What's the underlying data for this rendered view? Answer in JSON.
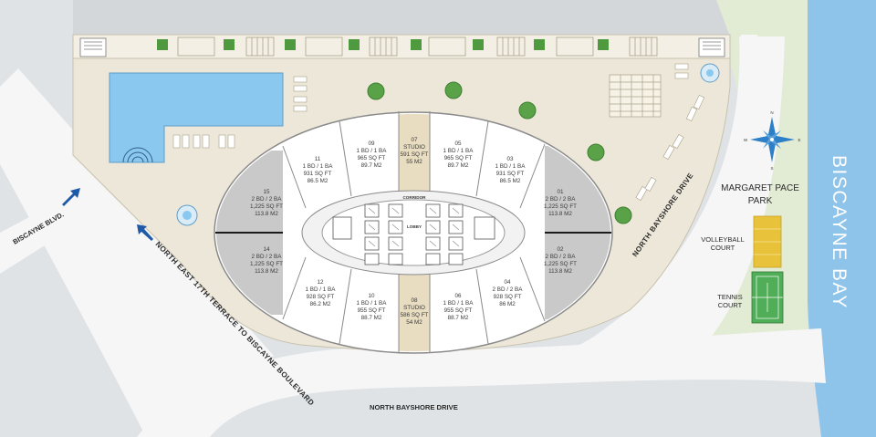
{
  "streets": {
    "biscayne_blvd": "BISCAYNE BLVD.",
    "ne17": "NORTH EAST 17TH TERRACE TO BISCAYNE BOULEVARD",
    "bayshore_east": "NORTH BAYSHORE DRIVE",
    "bayshore_south": "NORTH BAYSHORE DRIVE"
  },
  "bay": "BISCAYNE BAY",
  "park": {
    "line1": "MARGARET PACE",
    "line2": "PARK",
    "volleyball1": "VOLLEYBALL",
    "volleyball2": "COURT",
    "tennis1": "TENNIS",
    "tennis2": "COURT"
  },
  "compass": {
    "n": "N",
    "s": "S",
    "e": "E",
    "w": "W"
  },
  "core": {
    "corridor": "CORRIDOR",
    "lobby": "LOBBY"
  },
  "units": {
    "u15": {
      "num": "15",
      "type": "2 BD / 2 BA",
      "sqft": "1,225 SQ FT",
      "m2": "113.8 M2"
    },
    "u11": {
      "num": "11",
      "type": "1 BD / 1 BA",
      "sqft": "931 SQ FT",
      "m2": "86.5 M2"
    },
    "u09": {
      "num": "09",
      "type": "1 BD / 1 BA",
      "sqft": "965 SQ FT",
      "m2": "89.7 M2"
    },
    "u07": {
      "num": "07",
      "type": "STUDIO",
      "sqft": "591 SQ FT",
      "m2": "55 M2"
    },
    "u05": {
      "num": "05",
      "type": "1 BD / 1 BA",
      "sqft": "965 SQ FT",
      "m2": "89.7 M2"
    },
    "u03": {
      "num": "03",
      "type": "1 BD / 1 BA",
      "sqft": "931 SQ FT",
      "m2": "86.5 M2"
    },
    "u01": {
      "num": "01",
      "type": "2 BD / 2 BA",
      "sqft": "1,225 SQ FT",
      "m2": "113.8 M2"
    },
    "u14": {
      "num": "14",
      "type": "2 BD / 2 BA",
      "sqft": "1,225 SQ FT",
      "m2": "113.8 M2"
    },
    "u12": {
      "num": "12",
      "type": "1 BD / 1 BA",
      "sqft": "928 SQ FT",
      "m2": "86.2 M2"
    },
    "u10": {
      "num": "10",
      "type": "1 BD / 1 BA",
      "sqft": "955 SQ FT",
      "m2": "88.7 M2"
    },
    "u08": {
      "num": "08",
      "type": "STUDIO",
      "sqft": "586 SQ FT",
      "m2": "54 M2"
    },
    "u06": {
      "num": "06",
      "type": "1 BD / 1 BA",
      "sqft": "955 SQ FT",
      "m2": "88.7 M2"
    },
    "u04": {
      "num": "04",
      "type": "2 BD / 2 BA",
      "sqft": "928 SQ FT",
      "m2": "86 M2"
    },
    "u02": {
      "num": "02",
      "type": "2 BD / 2 BA",
      "sqft": "1,225 SQ FT",
      "m2": "113.8 M2"
    }
  },
  "colors": {
    "road": "#f6f6f6",
    "background": "#dfe3e6",
    "deck": "#ece7d8",
    "park": "#e2ebd4",
    "bay": "#8ec4ea",
    "pool": "#8bc8ef",
    "unit": "#ffffff",
    "corner_unit": "#c9c9c9",
    "studio": "#e8dcc1",
    "label": "#3a3a3a",
    "arrow": "#1f5aa8",
    "volleyball": "#e8c23a",
    "tennis": "#4fae57",
    "compass": "#2d7fc7"
  }
}
